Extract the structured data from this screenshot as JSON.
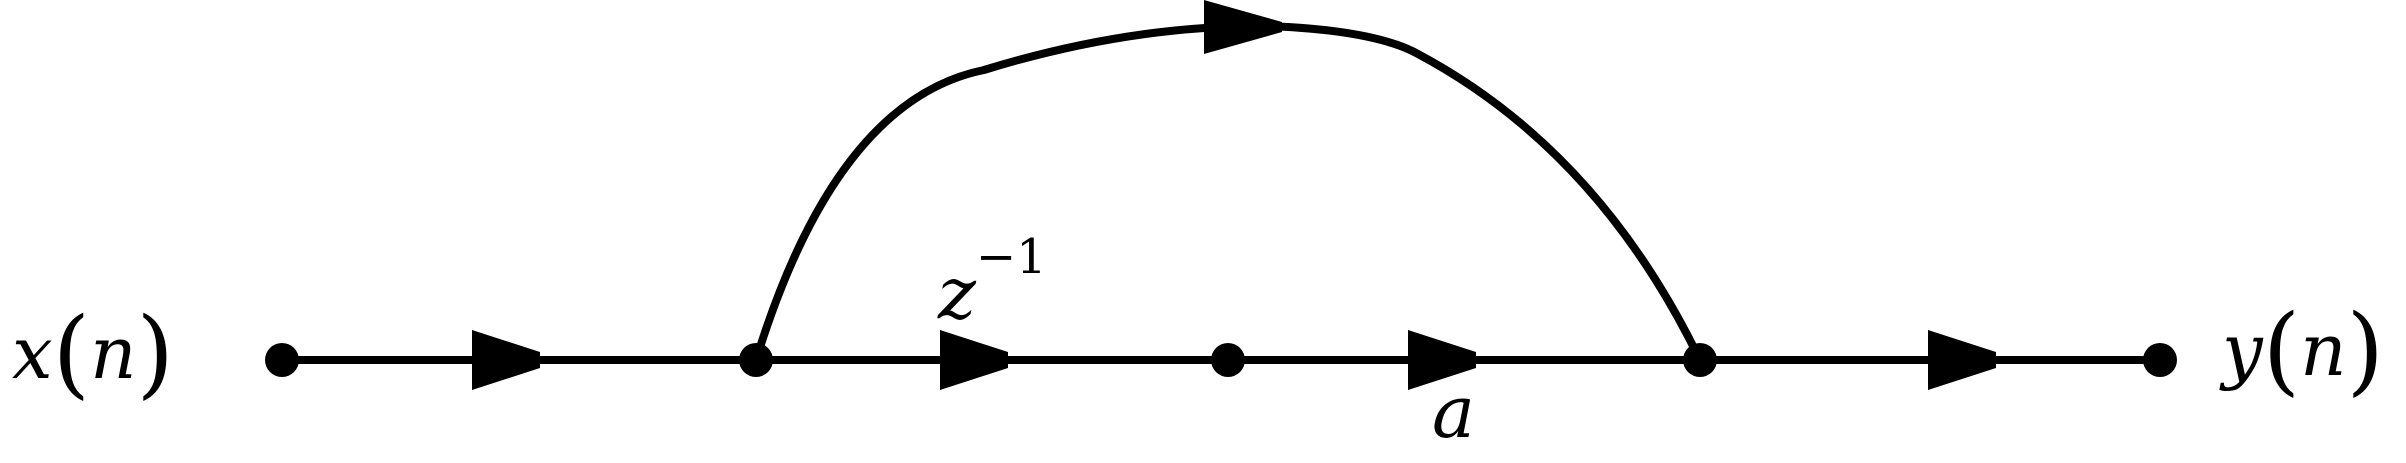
{
  "diagram": {
    "input_label": {
      "var": "x",
      "open": "(",
      "arg": "n",
      "close": ")"
    },
    "output_label": {
      "var": "y",
      "open": "(",
      "arg": "n",
      "close": ")"
    },
    "delay_label": {
      "base": "z",
      "exp": "−1"
    },
    "gain_label": "a",
    "line_color": "#000000",
    "background": "#ffffff"
  }
}
